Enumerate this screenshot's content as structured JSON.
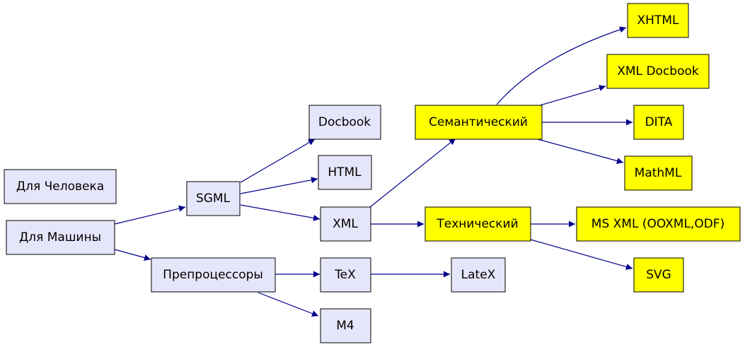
{
  "colors": {
    "machine_node_fill": "#e6e6fa",
    "semantic_node_fill": "#ffff00",
    "edge_color": "#00008b",
    "border": "#000000"
  },
  "nodes": {
    "human": {
      "label": "Для Человека"
    },
    "machine": {
      "label": "Для Машины"
    },
    "sgml": {
      "label": "SGML"
    },
    "preprocessors": {
      "label": "Препроцессоры"
    },
    "docbook": {
      "label": "Docbook"
    },
    "html": {
      "label": "HTML"
    },
    "xml": {
      "label": "XML"
    },
    "tex": {
      "label": "TeX"
    },
    "m4": {
      "label": "M4"
    },
    "semantic": {
      "label": "Семантический"
    },
    "technical": {
      "label": "Технический"
    },
    "latex": {
      "label": "LateX"
    },
    "xhtml": {
      "label": "XHTML"
    },
    "xml_docbook": {
      "label": "XML Docbook"
    },
    "dita": {
      "label": "DITA"
    },
    "mathml": {
      "label": "MathML"
    },
    "ms_xml": {
      "label": "MS XML (OOXML,ODF)"
    },
    "svg": {
      "label": "SVG"
    }
  },
  "edges": [
    {
      "from": "machine",
      "to": "sgml"
    },
    {
      "from": "machine",
      "to": "preprocessors"
    },
    {
      "from": "sgml",
      "to": "docbook"
    },
    {
      "from": "sgml",
      "to": "html"
    },
    {
      "from": "sgml",
      "to": "xml"
    },
    {
      "from": "preprocessors",
      "to": "tex"
    },
    {
      "from": "preprocessors",
      "to": "m4"
    },
    {
      "from": "xml",
      "to": "semantic"
    },
    {
      "from": "xml",
      "to": "technical"
    },
    {
      "from": "tex",
      "to": "latex"
    },
    {
      "from": "semantic",
      "to": "xhtml"
    },
    {
      "from": "semantic",
      "to": "xml_docbook"
    },
    {
      "from": "semantic",
      "to": "dita"
    },
    {
      "from": "semantic",
      "to": "mathml"
    },
    {
      "from": "technical",
      "to": "ms_xml"
    },
    {
      "from": "technical",
      "to": "svg"
    }
  ]
}
